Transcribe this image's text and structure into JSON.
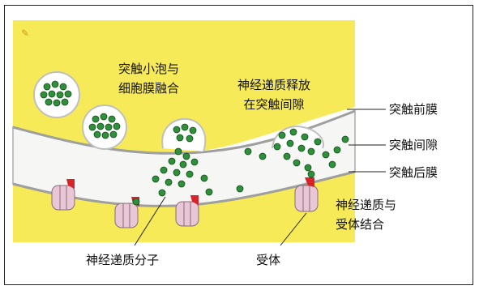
{
  "labels": {
    "fusion_line1": "突触小泡与",
    "fusion_line2": "细胞膜融合",
    "release_line1": "神经递质释放",
    "release_line2": "在突触间隙",
    "presynaptic": "突触前膜",
    "cleft": "突触间隙",
    "postsynaptic": "突触后膜",
    "binding_line1": "神经递质与",
    "binding_line2": "受体结合",
    "neurotransmitter": "神经递质分子",
    "receptor": "受体"
  },
  "colors": {
    "cell_yellow": "#f7ea58",
    "cleft_white": "#f6f7f4",
    "vesicle_green": "#2f8f3a",
    "receptor_pink": "#e9c7d6",
    "receptor_red": "#d8232a",
    "membrane_line": "#bfc0bf"
  }
}
